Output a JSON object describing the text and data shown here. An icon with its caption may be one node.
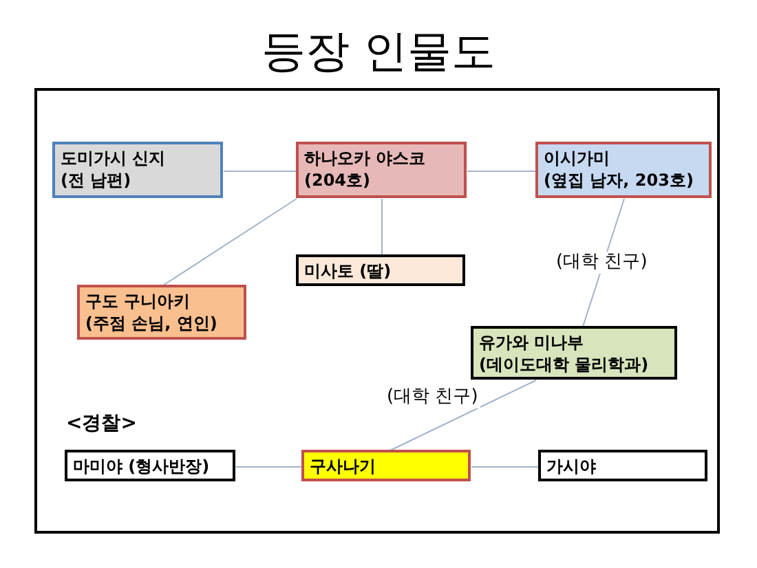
{
  "diagram": {
    "title": "등장 인물도",
    "nodes": [
      {
        "text": [
          "도미가시 신지",
          "(전 남편)"
        ]
      },
      {
        "text": [
          "하나오카 야스코",
          "(204호)"
        ]
      },
      {
        "text": [
          "이시가미",
          "(옆집 남자, 203호)"
        ]
      },
      {
        "text": [
          "미사토 (딸)"
        ]
      },
      {
        "text": [
          "구도 구니아키",
          "(주점 손님, 연인)"
        ]
      },
      {
        "text": [
          "유가와 미나부",
          "(데이도대학 물리학과)"
        ]
      },
      {
        "text": [
          "마미야 (형사반장)"
        ]
      },
      {
        "text": [
          "구사나기"
        ]
      },
      {
        "text": [
          "가시야"
        ]
      }
    ],
    "edges": [
      {
        "from": 0,
        "to": 1,
        "arrow": "none"
      },
      {
        "from": 1,
        "to": 2,
        "arrow": "none"
      },
      {
        "from": 1,
        "to": 3,
        "arrow": "none"
      },
      {
        "from": 1,
        "to": 4,
        "arrow": "none"
      },
      {
        "from": 2,
        "to": 5,
        "arrow": "none",
        "label": "(대학 친구)"
      },
      {
        "from": 5,
        "to": 7,
        "arrow": "none",
        "label": "(대학 친구)"
      },
      {
        "from": 6,
        "to": 7,
        "arrow": "none"
      },
      {
        "from": 7,
        "to": 8,
        "arrow": "none"
      }
    ],
    "labels": [
      "<경찰>"
    ]
  }
}
